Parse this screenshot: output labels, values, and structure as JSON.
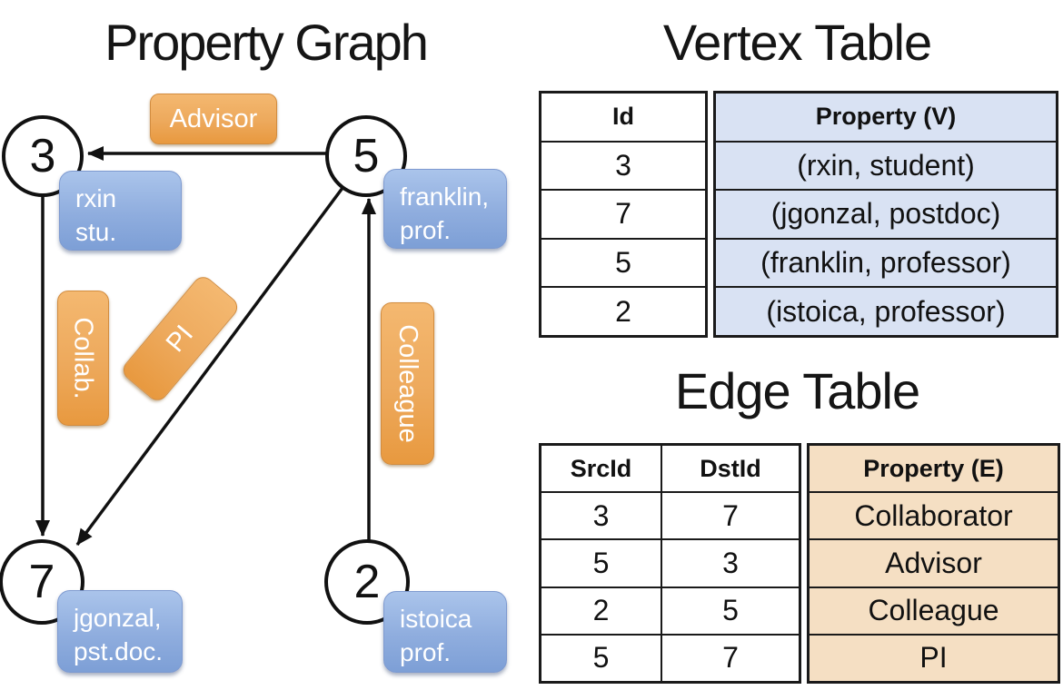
{
  "graph": {
    "title": "Property Graph",
    "nodes": [
      {
        "id": "3",
        "label_line1": "rxin",
        "label_line2": "stu."
      },
      {
        "id": "5",
        "label_line1": "franklin,",
        "label_line2": "prof."
      },
      {
        "id": "7",
        "label_line1": "jgonzal,",
        "label_line2": "pst.doc."
      },
      {
        "id": "2",
        "label_line1": "istoica",
        "label_line2": "prof."
      }
    ],
    "edge_labels": {
      "advisor": "Advisor",
      "collab": "Collab.",
      "pi": "PI",
      "colleague": "Colleague"
    }
  },
  "vertex_table": {
    "title": "Vertex Table",
    "headers": {
      "id": "Id",
      "property": "Property (V)"
    },
    "rows": [
      {
        "id": "3",
        "property": "(rxin, student)"
      },
      {
        "id": "7",
        "property": "(jgonzal, postdoc)"
      },
      {
        "id": "5",
        "property": "(franklin, professor)"
      },
      {
        "id": "2",
        "property": "(istoica, professor)"
      }
    ]
  },
  "edge_table": {
    "title": "Edge Table",
    "headers": {
      "src": "SrcId",
      "dst": "DstId",
      "property": "Property (E)"
    },
    "rows": [
      {
        "src": "3",
        "dst": "7",
        "property": "Collaborator"
      },
      {
        "src": "5",
        "dst": "3",
        "property": "Advisor"
      },
      {
        "src": "2",
        "dst": "5",
        "property": "Colleague"
      },
      {
        "src": "5",
        "dst": "7",
        "property": "PI"
      }
    ]
  },
  "colors": {
    "vertex_property_fill": "#d9e2f3",
    "edge_property_fill": "#f5dfc3",
    "edge_label_orange": "#eda95c",
    "vertex_label_blue": "#8fadde",
    "line_black": "#111111"
  }
}
